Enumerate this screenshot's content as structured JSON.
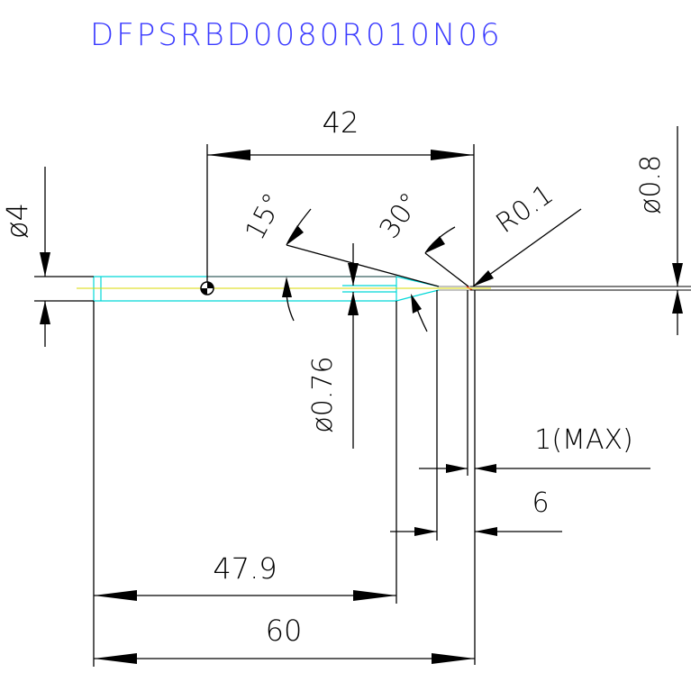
{
  "title": "DFPSRBD0080R010N06",
  "dimensions": {
    "d_overall_top": "42",
    "d_shank_dia": "ø4",
    "d_tip_dia": "ø0.8",
    "d_neck_dia": "ø0.76",
    "d_angle_15": "15°",
    "d_angle_30": "30°",
    "d_radius": "R0.1",
    "d_max_1": "1(MAX)",
    "d_six": "6",
    "d_479": "47.9",
    "d_sixty": "60"
  },
  "colors": {
    "title": "#3b3bff",
    "dimension_text": "#000000",
    "part_outline": "#00d8d8",
    "center_line": "#d8d800",
    "tip_accent": "#ff3b3b",
    "background": "#ffffff"
  }
}
